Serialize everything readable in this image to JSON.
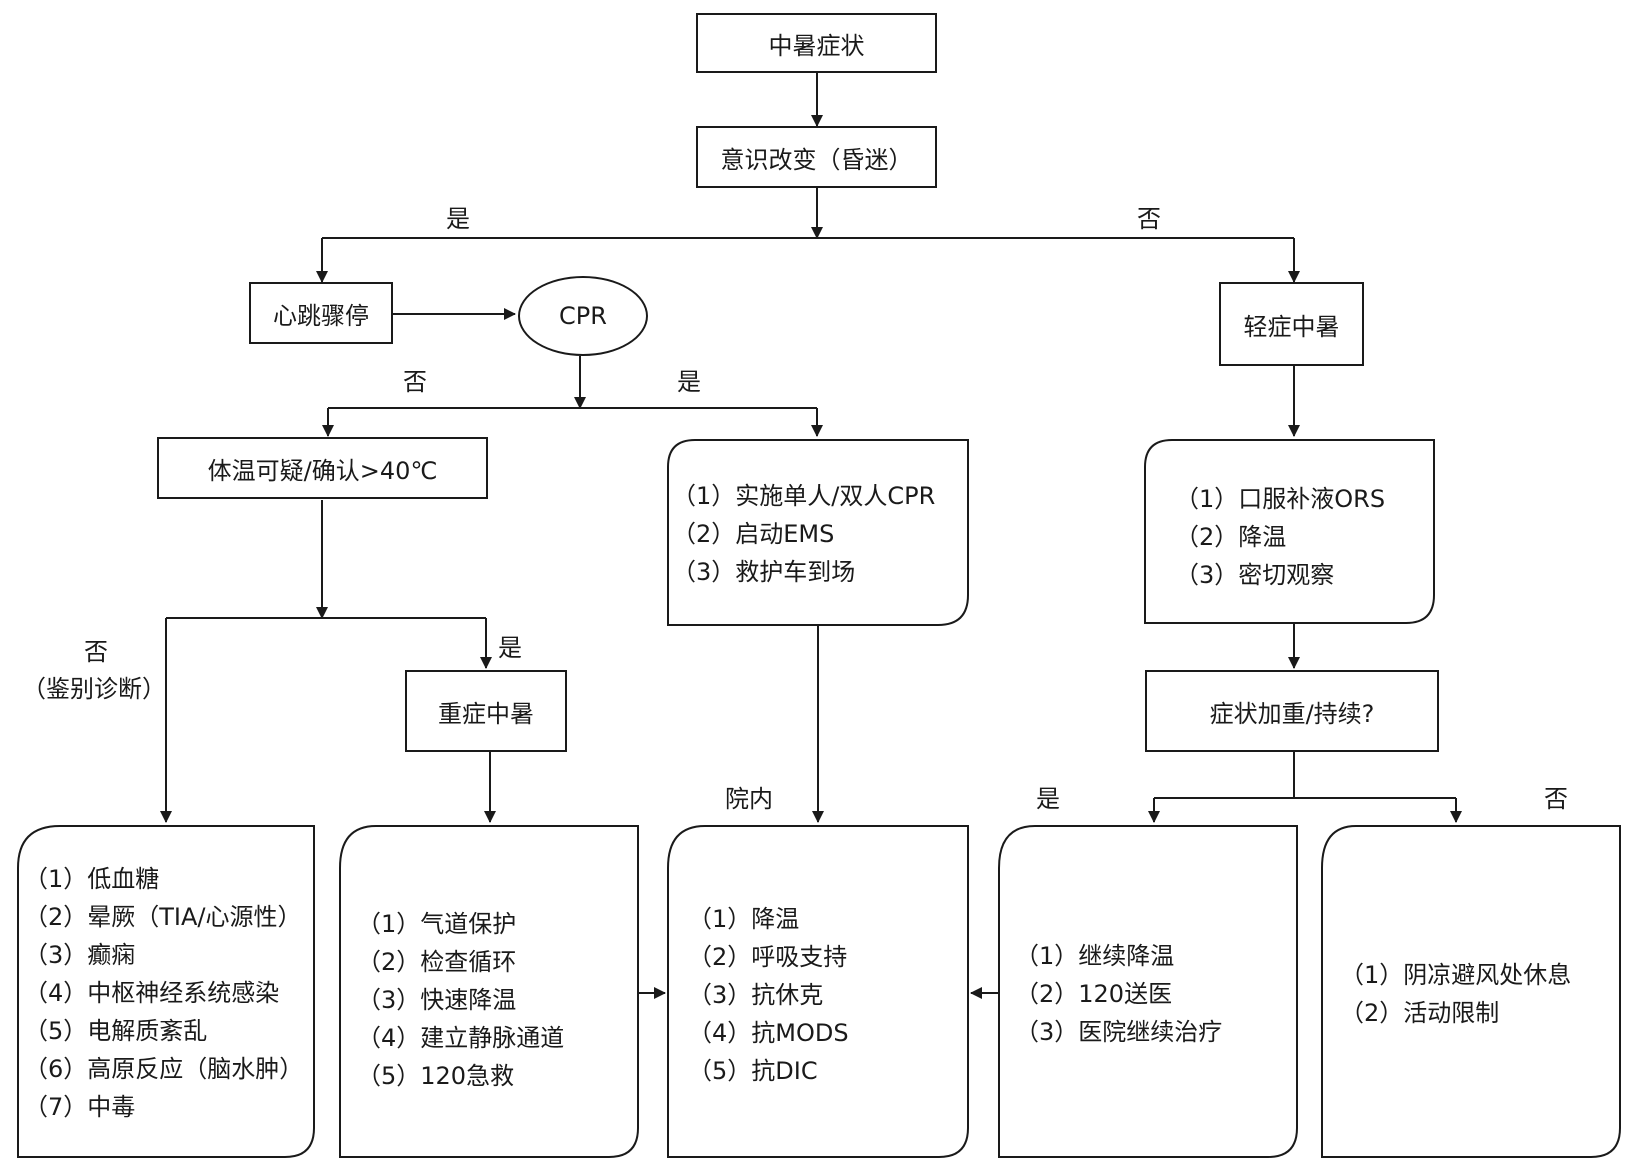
{
  "nodes": {
    "heatstroke_symptoms": "中暑症状",
    "consciousness_change": "意识改变（昏迷）",
    "cardiac_arrest": "心跳骤停",
    "cpr": "CPR",
    "mild_heatstroke": "轻症中暑",
    "temperature_check": "体温可疑/确认>40℃",
    "severe_heatstroke": "重症中暑",
    "symptoms_worsen": "症状加重/持续?"
  },
  "labels": {
    "yes_left": "是",
    "no_right": "否",
    "no_cpr": "否",
    "yes_cpr": "是",
    "no_diff": "否",
    "diff_diag": "（鉴别诊断）",
    "yes_severe": "是",
    "in_hospital": "院内",
    "yes_worsen": "是",
    "no_worsen": "否"
  },
  "lists": {
    "cpr_actions": [
      "（1）实施单人/双人CPR",
      "（2）启动EMS",
      "（3）救护车到场"
    ],
    "mild_actions": [
      "（1）口服补液ORS",
      "（2）降温",
      "（3）密切观察"
    ],
    "differential": [
      "（1）低血糖",
      "（2）晕厥（TIA/心源性）",
      "（3）癫痫",
      "（4）中枢神经系统感染",
      "（5）电解质紊乱",
      "（6）高原反应（脑水肿）",
      "（7）中毒"
    ],
    "severe_actions": [
      "（1）气道保护",
      "（2）检查循环",
      "（3）快速降温",
      "（4）建立静脉通道",
      "（5）120急救"
    ],
    "hospital_actions": [
      "（1）降温",
      "（2）呼吸支持",
      "（3）抗休克",
      "（4）抗MODS",
      "（5）抗DIC"
    ],
    "worsen_yes_actions": [
      "（1）继续降温",
      "（2）120送医",
      "（3）医院继续治疗"
    ],
    "worsen_no_actions": [
      "（1）阴凉避风处休息",
      "（2）活动限制"
    ]
  }
}
